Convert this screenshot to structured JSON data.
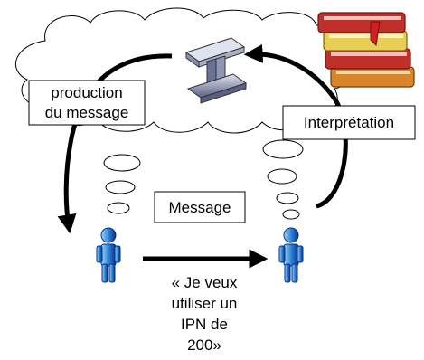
{
  "diagram": {
    "labels": {
      "production": [
        "production",
        "du message"
      ],
      "interpretation": "Interprétation",
      "message": "Message",
      "quote": [
        "« Je veux",
        "utiliser un",
        "IPN de",
        "200»"
      ]
    },
    "icons": {
      "beam": "i-beam-icon",
      "books": "book-stack-icon",
      "sender": "person-icon",
      "receiver": "person-icon"
    },
    "colors": {
      "person_light": "#9fd7f7",
      "person_mid": "#2f86d8",
      "person_dark": "#0a2f86",
      "cloud_fill": "#ffffff",
      "cloud_stroke": "#000000",
      "arrow": "#000000",
      "beam_light": "#b9bfd6",
      "beam_dark": "#5a6085",
      "book_red": "#c0302a",
      "book_orange": "#d9862b",
      "book_yellow": "#e7cf56"
    }
  }
}
